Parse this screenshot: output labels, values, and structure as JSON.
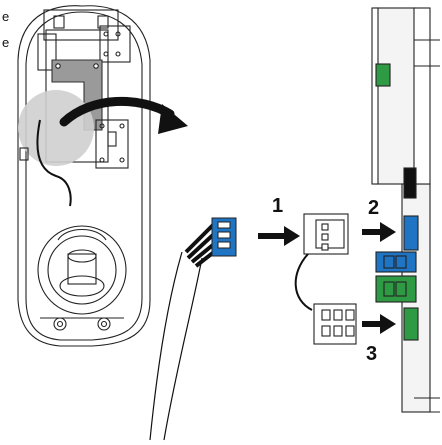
{
  "edge_text": [
    "e",
    "e"
  ],
  "steps": [
    "1",
    "2",
    "3"
  ],
  "colors": {
    "outline": "#222222",
    "highlight": "#cfcfcf",
    "blue": "#1f74c4",
    "green": "#2f9a44",
    "black": "#111111",
    "panel": "#f4f4f4"
  },
  "icons": {
    "wallbox": "charger-housing",
    "cable": "cable-bundle",
    "adapter": "adapter-connector",
    "board": "control-board"
  }
}
